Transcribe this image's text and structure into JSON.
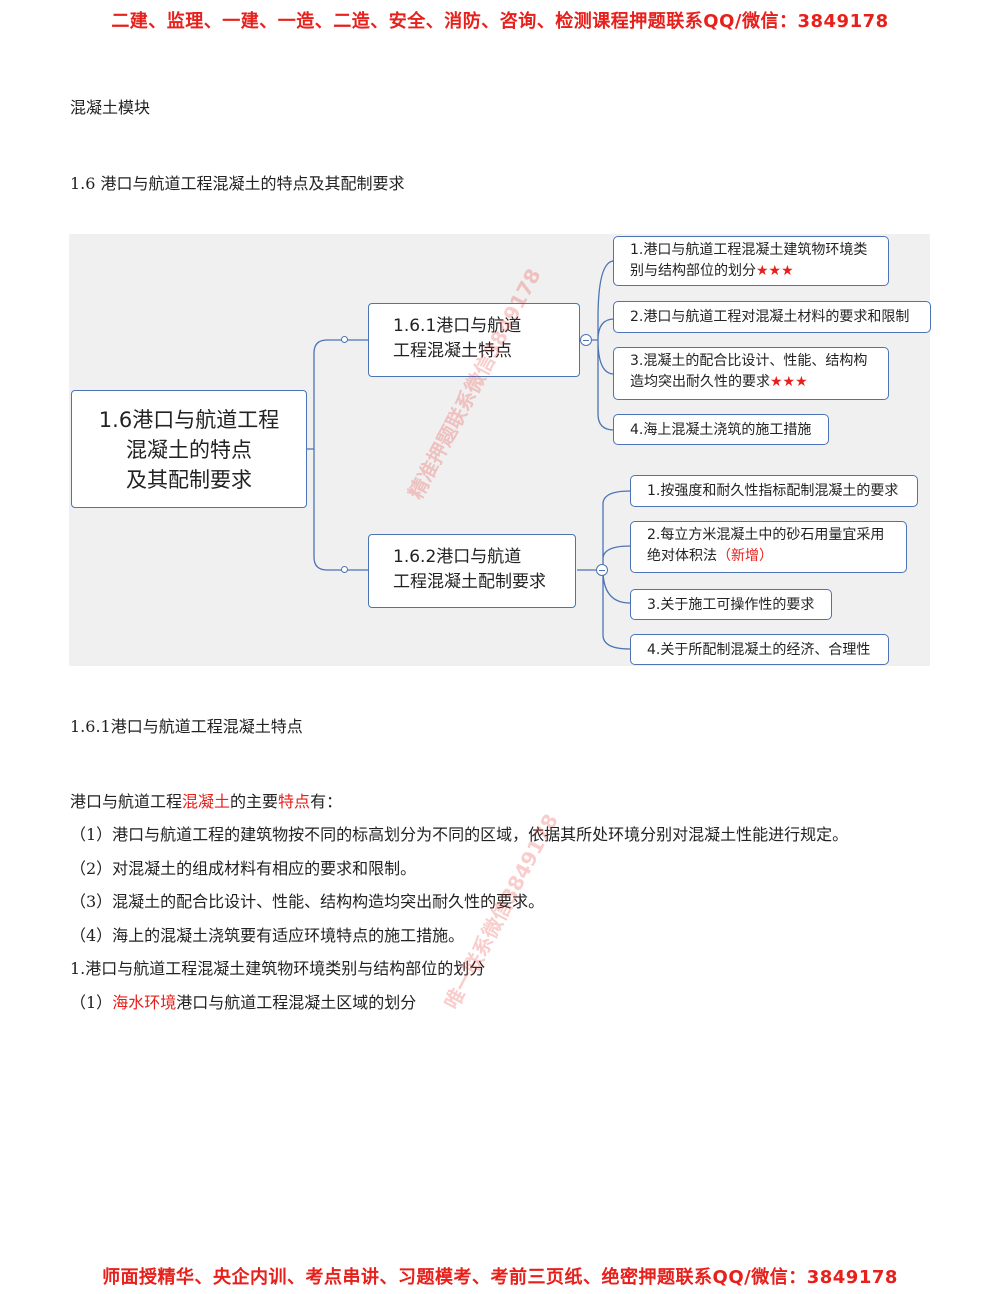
{
  "header": {
    "banner": "二建、监理、一建、一造、二造、安全、消防、咨询、检测课程押题联系QQ/微信：3849178"
  },
  "footer": {
    "banner": "师面授精华、央企内训、考点串讲、习题模考、考前三页纸、绝密押题联系QQ/微信：3849178"
  },
  "module_title": "混凝土模块",
  "section_title": "1.6 港口与航道工程混凝土的特点及其配制要求",
  "mindmap": {
    "root": {
      "line1": "1.6港口与航道工程",
      "line2": "混凝土的特点",
      "line3": "及其配制要求"
    },
    "branch1": {
      "line1": "1.6.1港口与航道",
      "line2": "工程混凝土特点",
      "leaves": [
        {
          "line1": "1.港口与航道工程混凝土建筑物环境类",
          "line2": "别与结构部位的划分",
          "stars": "★★★"
        },
        {
          "line1": "2.港口与航道工程对混凝土材料的要求和限制"
        },
        {
          "line1": "3.混凝土的配合比设计、性能、结构构",
          "line2": "造均突出耐久性的要求",
          "stars": "★★★"
        },
        {
          "line1": "4.海上混凝土浇筑的施工措施"
        }
      ]
    },
    "branch2": {
      "line1": "1.6.2港口与航道",
      "line2": "工程混凝土配制要求",
      "leaves": [
        {
          "line1": "1.按强度和耐久性指标配制混凝土的要求"
        },
        {
          "line1": "2.每立方米混凝土中的砂石用量宜采用",
          "line2": "绝对体积法",
          "tag": "（新增）"
        },
        {
          "line1": "3.关于施工可操作性的要求"
        },
        {
          "line1": "4.关于所配制混凝土的经济、合理性"
        }
      ]
    }
  },
  "subsection_title": "1.6.1港口与航道工程混凝土特点",
  "intro": {
    "part1": "港口与航道工程",
    "part2": "混凝土",
    "part3": "的主要",
    "part4": "特点",
    "part5": "有："
  },
  "items": [
    "（1）港口与航道工程的建筑物按不同的标高划分为不同的区域，依据其所处环境分别对混凝土性能进行规定。",
    "（2）对混凝土的组成材料有相应的要求和限制。",
    "（3）混凝土的配合比设计、性能、结构构造均突出耐久性的要求。",
    "（4）海上的混凝土浇筑要有适应环境特点的施工措施。"
  ],
  "point1": "1.港口与航道工程混凝土建筑物环境类别与结构部位的划分",
  "point1_sub": {
    "prefix": "（1）",
    "highlight": "海水环境",
    "rest": "港口与航道工程混凝土区域的划分"
  },
  "watermarks": {
    "mark1": "精准押题联系微信3849178",
    "mark2": "唯一联系微信3849178"
  }
}
